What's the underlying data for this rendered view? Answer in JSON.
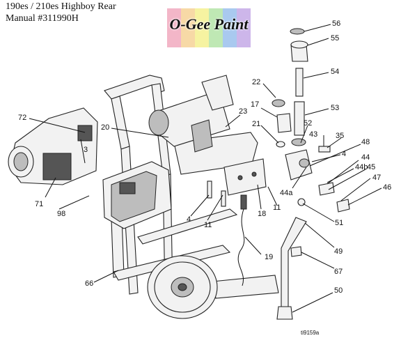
{
  "header": {
    "line1": "190es / 210es Highboy Rear",
    "line2": "Manual #311990H"
  },
  "logo": {
    "text": "O-Gee Paint",
    "colors": [
      "#f3b6c8",
      "#f7d9a6",
      "#f6f3a1",
      "#bfe8b4",
      "#a9c9ef",
      "#cdb6ea"
    ]
  },
  "labels": [
    "72",
    "20",
    "23",
    "22",
    "17",
    "21",
    "52",
    "43",
    "35",
    "48",
    "4",
    "44",
    "44b",
    "45",
    "47",
    "46",
    "44a",
    "51",
    "3",
    "71",
    "98",
    "4",
    "11",
    "18",
    "11",
    "19",
    "49",
    "67",
    "66",
    "50",
    "56",
    "55",
    "54",
    "53"
  ],
  "figure_id": "ti9159a"
}
